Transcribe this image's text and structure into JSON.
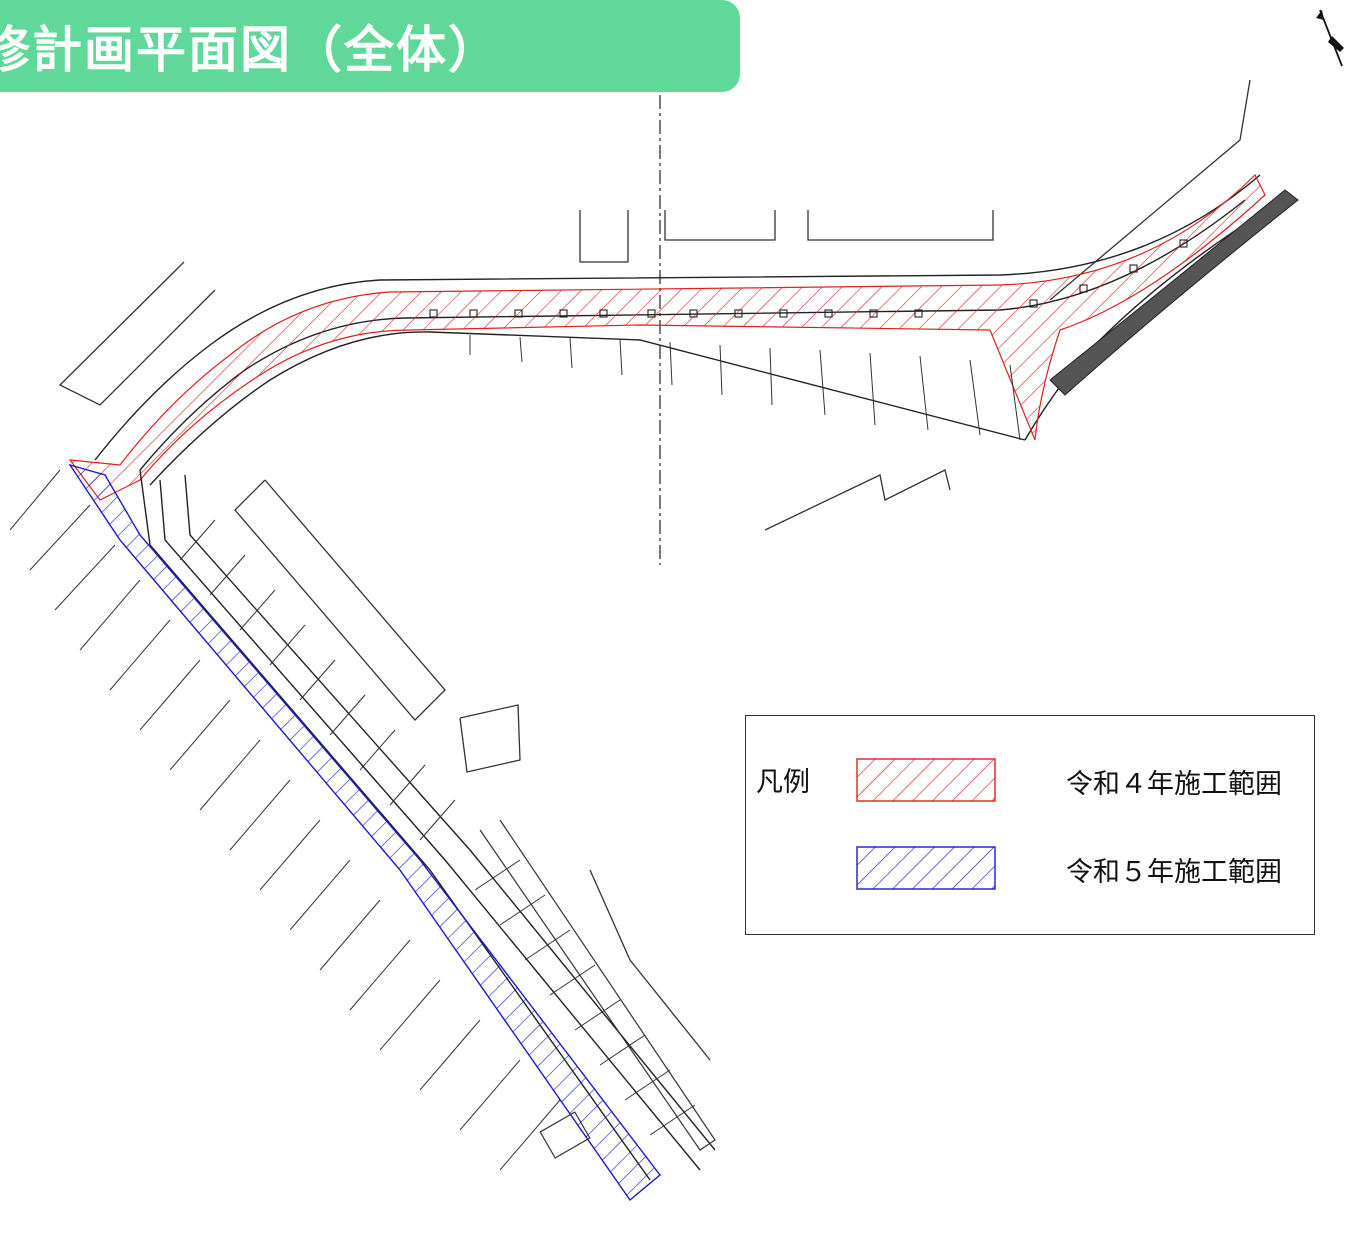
{
  "title": "修計画平面図（全体）",
  "legend": {
    "heading": "凡例",
    "items": [
      {
        "label": "令和４年施工範囲",
        "color": "#e02020"
      },
      {
        "label": "令和５年施工範囲",
        "color": "#1a1ad0"
      }
    ]
  },
  "colors": {
    "title_bg": "#5fd89a",
    "title_text": "#ffffff",
    "line": "#222222"
  },
  "icons": {
    "north_arrow": "north-arrow-icon"
  }
}
